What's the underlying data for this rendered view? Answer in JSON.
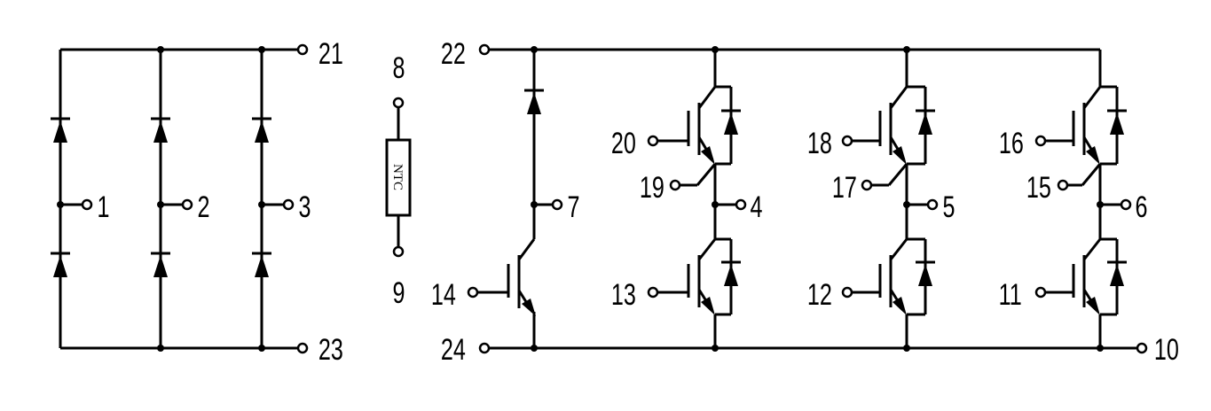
{
  "diagram": {
    "title": "",
    "ntc_text": "NTC",
    "pins": {
      "p1": "1",
      "p2": "2",
      "p3": "3",
      "p4": "4",
      "p5": "5",
      "p6": "6",
      "p7": "7",
      "p8": "8",
      "p9": "9",
      "p10": "10",
      "p11": "11",
      "p12": "12",
      "p13": "13",
      "p14": "14",
      "p15": "15",
      "p16": "16",
      "p17": "17",
      "p18": "18",
      "p19": "19",
      "p20": "20",
      "p21": "21",
      "p22": "22",
      "p23": "23",
      "p24": "24"
    },
    "colors": {
      "line": "#000000",
      "background": "#ffffff"
    }
  }
}
